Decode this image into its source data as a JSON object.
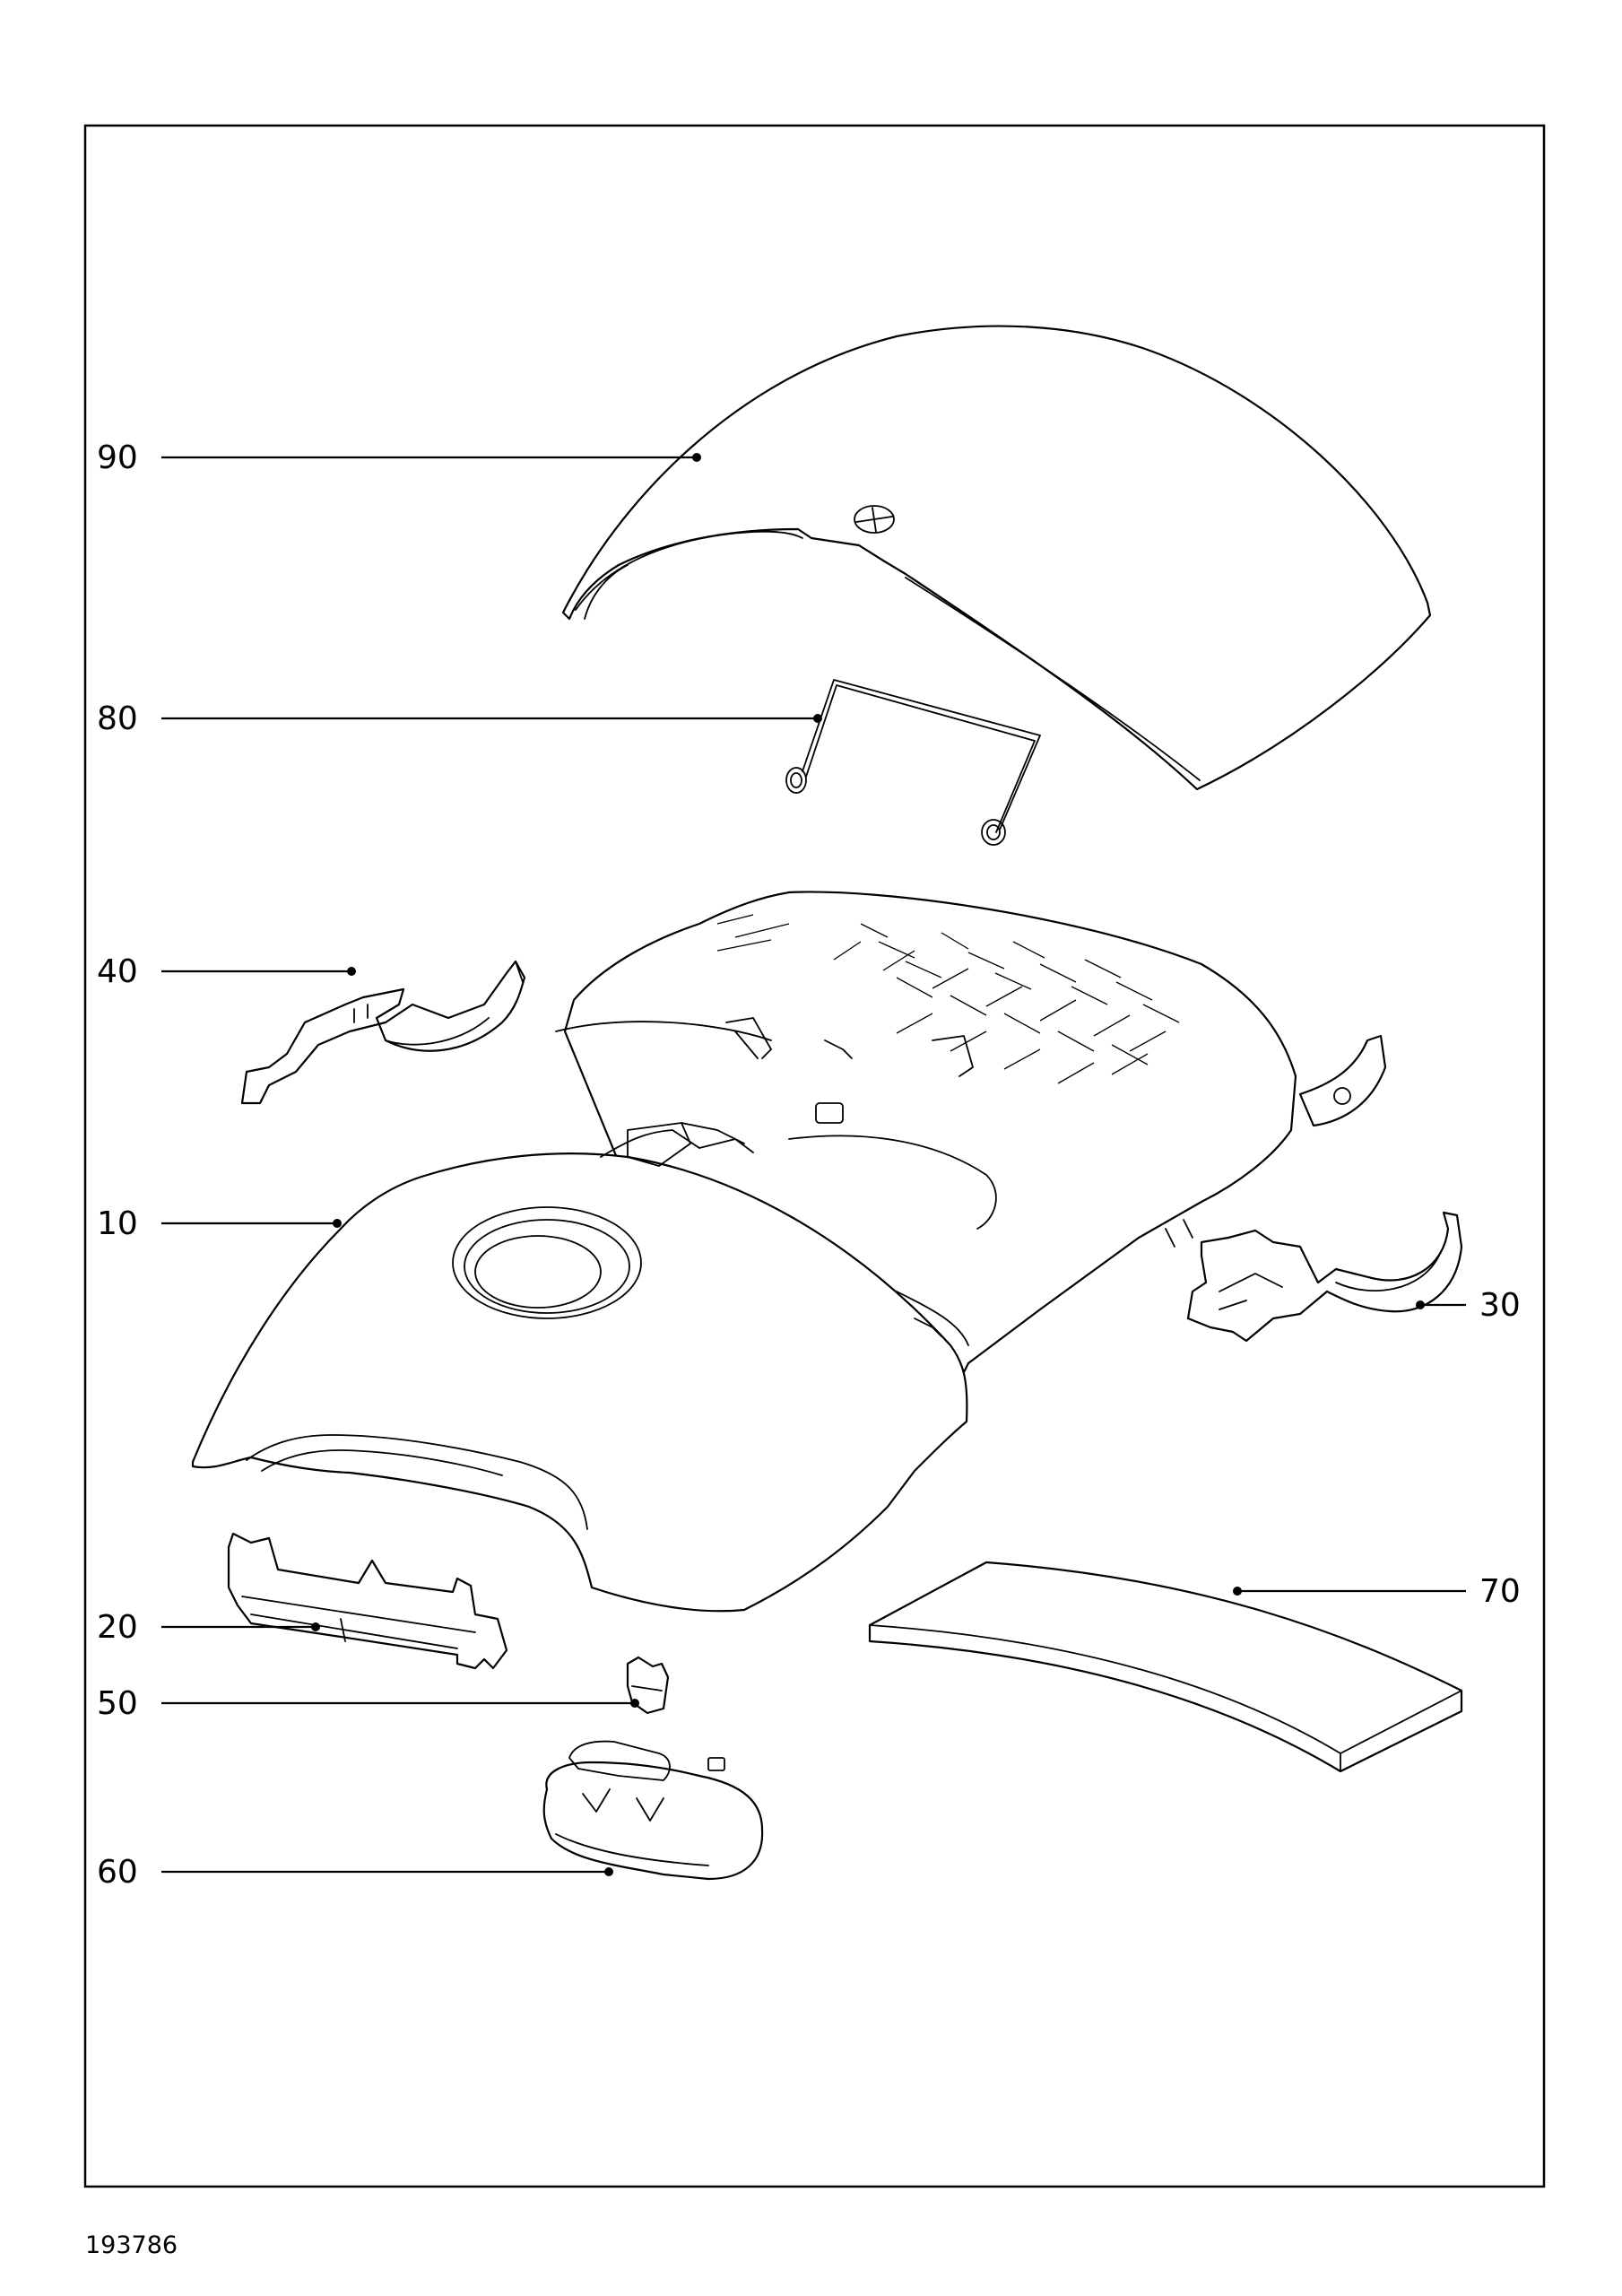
{
  "document_number": "193786",
  "callouts": [
    {
      "id": "90",
      "label": "90"
    },
    {
      "id": "80",
      "label": "80"
    },
    {
      "id": "40",
      "label": "40"
    },
    {
      "id": "10",
      "label": "10"
    },
    {
      "id": "30",
      "label": "30"
    },
    {
      "id": "70",
      "label": "70"
    },
    {
      "id": "20",
      "label": "20"
    },
    {
      "id": "50",
      "label": "50"
    },
    {
      "id": "60",
      "label": "60"
    }
  ]
}
